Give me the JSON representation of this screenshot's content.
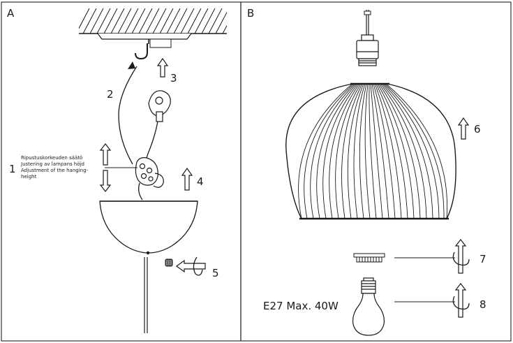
{
  "panels": {
    "a": {
      "letter": "A"
    },
    "b": {
      "letter": "B"
    }
  },
  "callouts": {
    "step1": "1",
    "step2": "2",
    "step3": "3",
    "step4": "4",
    "step5": "5",
    "step6": "6",
    "step7": "7",
    "step8": "8"
  },
  "adjustment_text": {
    "line1": "Ripustuskorkeuden säätö",
    "line2": "Justering av lampans höjd",
    "line3": "Adjustment of the hanging-",
    "line4": "height"
  },
  "bulb_spec": "E27 Max. 40W",
  "colors": {
    "ink": "#1a1a1a",
    "frame": "#333333",
    "paper": "#ffffff"
  }
}
